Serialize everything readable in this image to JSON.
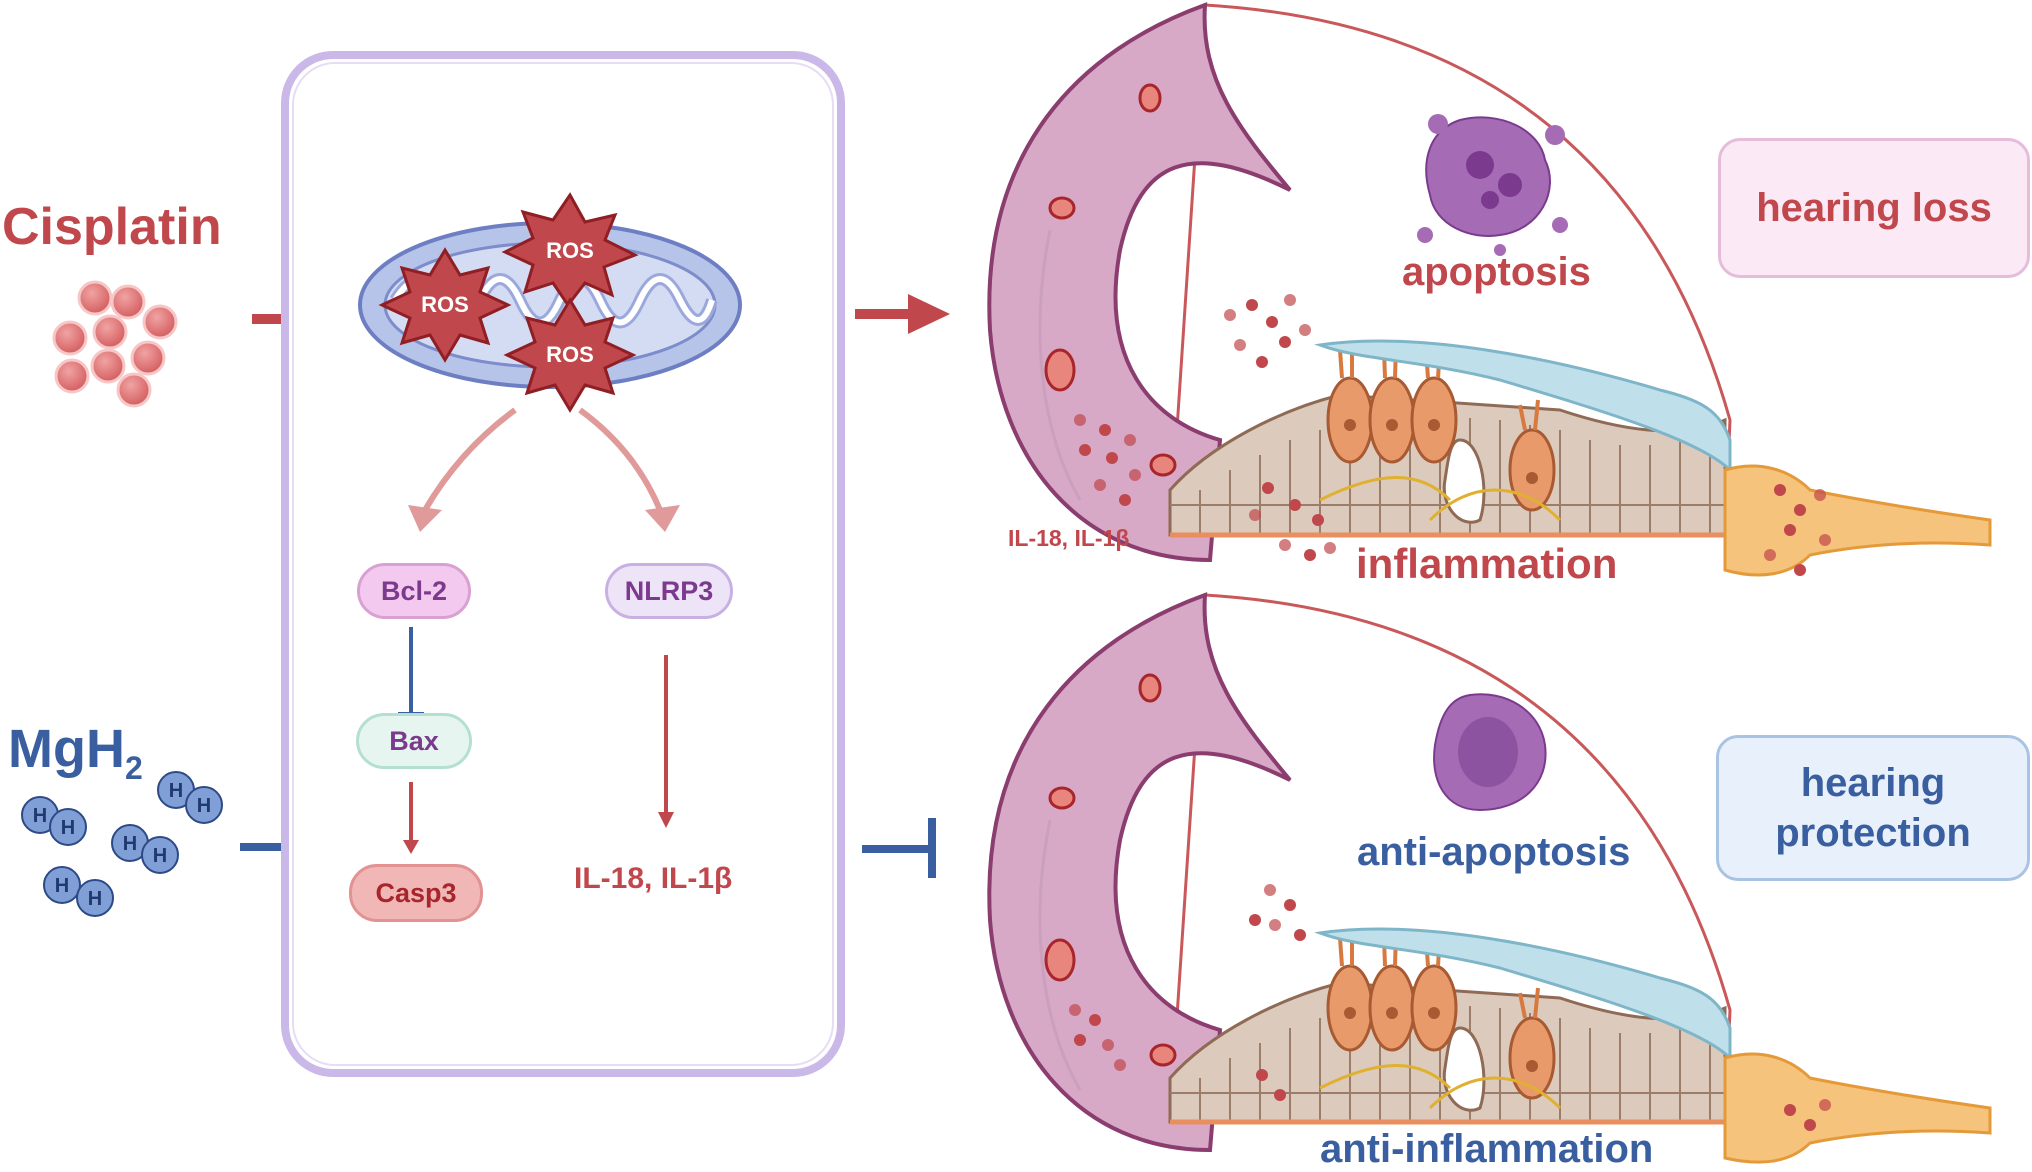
{
  "labels": {
    "cisplatin": "Cisplatin",
    "mgh2_main": "MgH",
    "mgh2_sub": "2",
    "h_atom": "H",
    "ros": "ROS",
    "bcl2": "Bcl-2",
    "bax": "Bax",
    "casp3": "Casp3",
    "nlrp3": "NLRP3",
    "il_center": "IL-18, IL-1β",
    "il_cochlea": "IL-18, IL-1β",
    "apoptosis": "apoptosis",
    "inflammation": "inflammation",
    "anti_apoptosis": "anti-apoptosis",
    "anti_inflammation": "anti-inflammation",
    "hearing_loss": "hearing loss",
    "hearing_protection_line1": "hearing",
    "hearing_protection_line2": "protection"
  },
  "colors": {
    "red": "#c0474b",
    "dark_red": "#a8262b",
    "blue": "#3a5fa0",
    "purple": "#7b3a8e",
    "frame": "#c9b8e8",
    "cochlea_pink": "#d7a9c6",
    "membrane": "#bfe0ea",
    "tissue": "#dccbbd",
    "hair_cell": "#e99a6a",
    "nerve": "#f5c37b"
  }
}
